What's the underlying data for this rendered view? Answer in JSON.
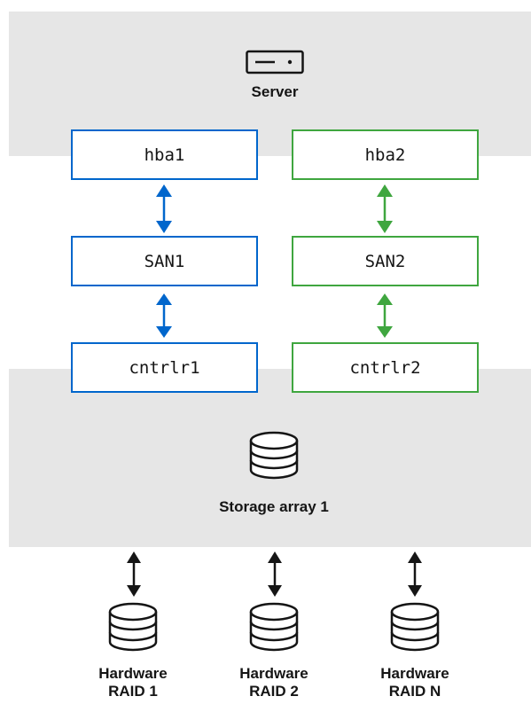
{
  "server": {
    "label": "Server",
    "icon": "server-icon"
  },
  "hbas": [
    {
      "label": "hba1"
    },
    {
      "label": "hba2"
    }
  ],
  "sans": [
    {
      "label": "SAN1"
    },
    {
      "label": "SAN2"
    }
  ],
  "controllers": [
    {
      "label": "cntrlr1"
    },
    {
      "label": "cntrlr2"
    }
  ],
  "storage_array": {
    "label": "Storage array 1",
    "icon": "database-icon"
  },
  "raids": [
    {
      "line1": "Hardware",
      "line2": "RAID 1"
    },
    {
      "line1": "Hardware",
      "line2": "RAID 2"
    },
    {
      "line1": "Hardware",
      "line2": "RAID N"
    }
  ],
  "colors": {
    "path1": "#0066cc",
    "path2": "#3fa63f",
    "panel": "#e6e6e6",
    "text": "#151515"
  }
}
